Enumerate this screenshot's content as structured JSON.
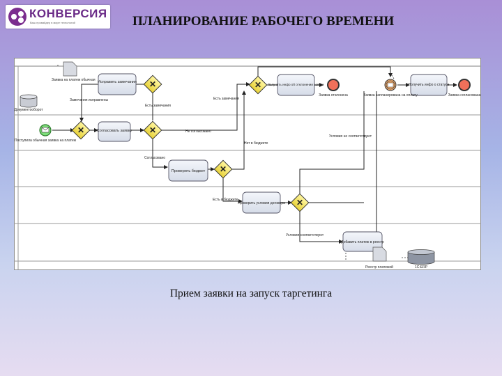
{
  "logo": {
    "name": "КОНВЕРСИЯ",
    "tagline": "Ваш провайдер в мире технологий"
  },
  "title": "ПЛАНИРОВАНИЕ РАБОЧЕГО ВРЕМЕНИ",
  "caption": "Прием заявки на запуск таргетинга",
  "diagram": {
    "tasks": {
      "fix": "Исправить замечания",
      "agree": "Согласовать заявку",
      "check_budget": "Проверить бюджет",
      "check_terms": "Проверить условия договора",
      "add_payment": "Добавить платеж в реестр",
      "info_reject": "Получить инфо об отклонении заявки",
      "info_status": "Получить инфо о статусе"
    },
    "events": {
      "start": "Поступила обычная заявка на платеж",
      "end_rejected": "Заявка отклонена",
      "intermediate": "Заявка запланирована на оплату",
      "end_agreed": "Заявка согласована"
    },
    "artifacts": {
      "doc_request": "Заявка на платеж обычная",
      "db_docs": "Документооборот",
      "doc_registry": "Реестр платежей",
      "db_erp": "1С:ERP"
    },
    "flow_labels": {
      "fixed": "Замечания исправлены",
      "has_remarks": "Есть замечания",
      "has_remarks_2": "Есть замечания",
      "not_agreed": "Не согласовано",
      "agreed": "Согласовано",
      "no_budget": "Нет в бюджете",
      "in_budget": "Есть в бюджете",
      "terms_ok": "Условия соответствуют",
      "terms_not_ok": "Условия не соответствуют"
    }
  }
}
